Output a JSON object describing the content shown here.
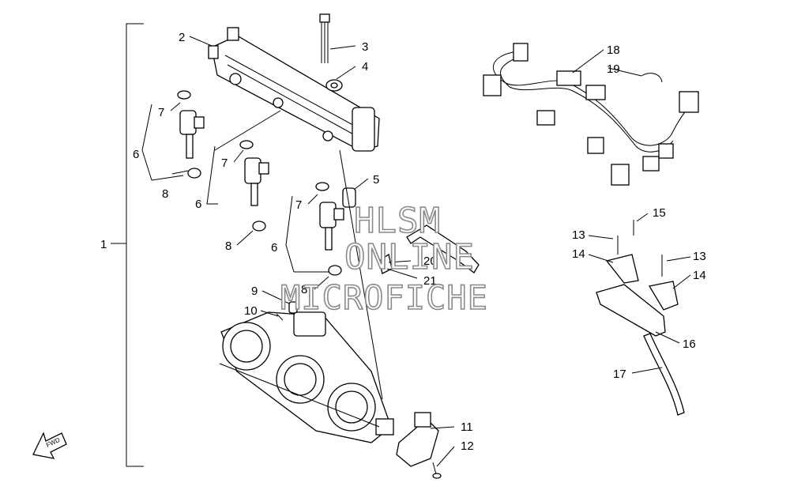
{
  "diagram": {
    "callouts": [
      "1",
      "2",
      "3",
      "4",
      "5",
      "6",
      "6",
      "6",
      "7",
      "7",
      "7",
      "8",
      "8",
      "8",
      "9",
      "10",
      "11",
      "12",
      "13",
      "13",
      "14",
      "14",
      "15",
      "16",
      "17",
      "18",
      "19",
      "20",
      "21"
    ],
    "fwd_label": "FWD"
  },
  "watermark": {
    "line1": "HLSM",
    "line2": "ONLINE",
    "line3": "MICROFICHE"
  }
}
